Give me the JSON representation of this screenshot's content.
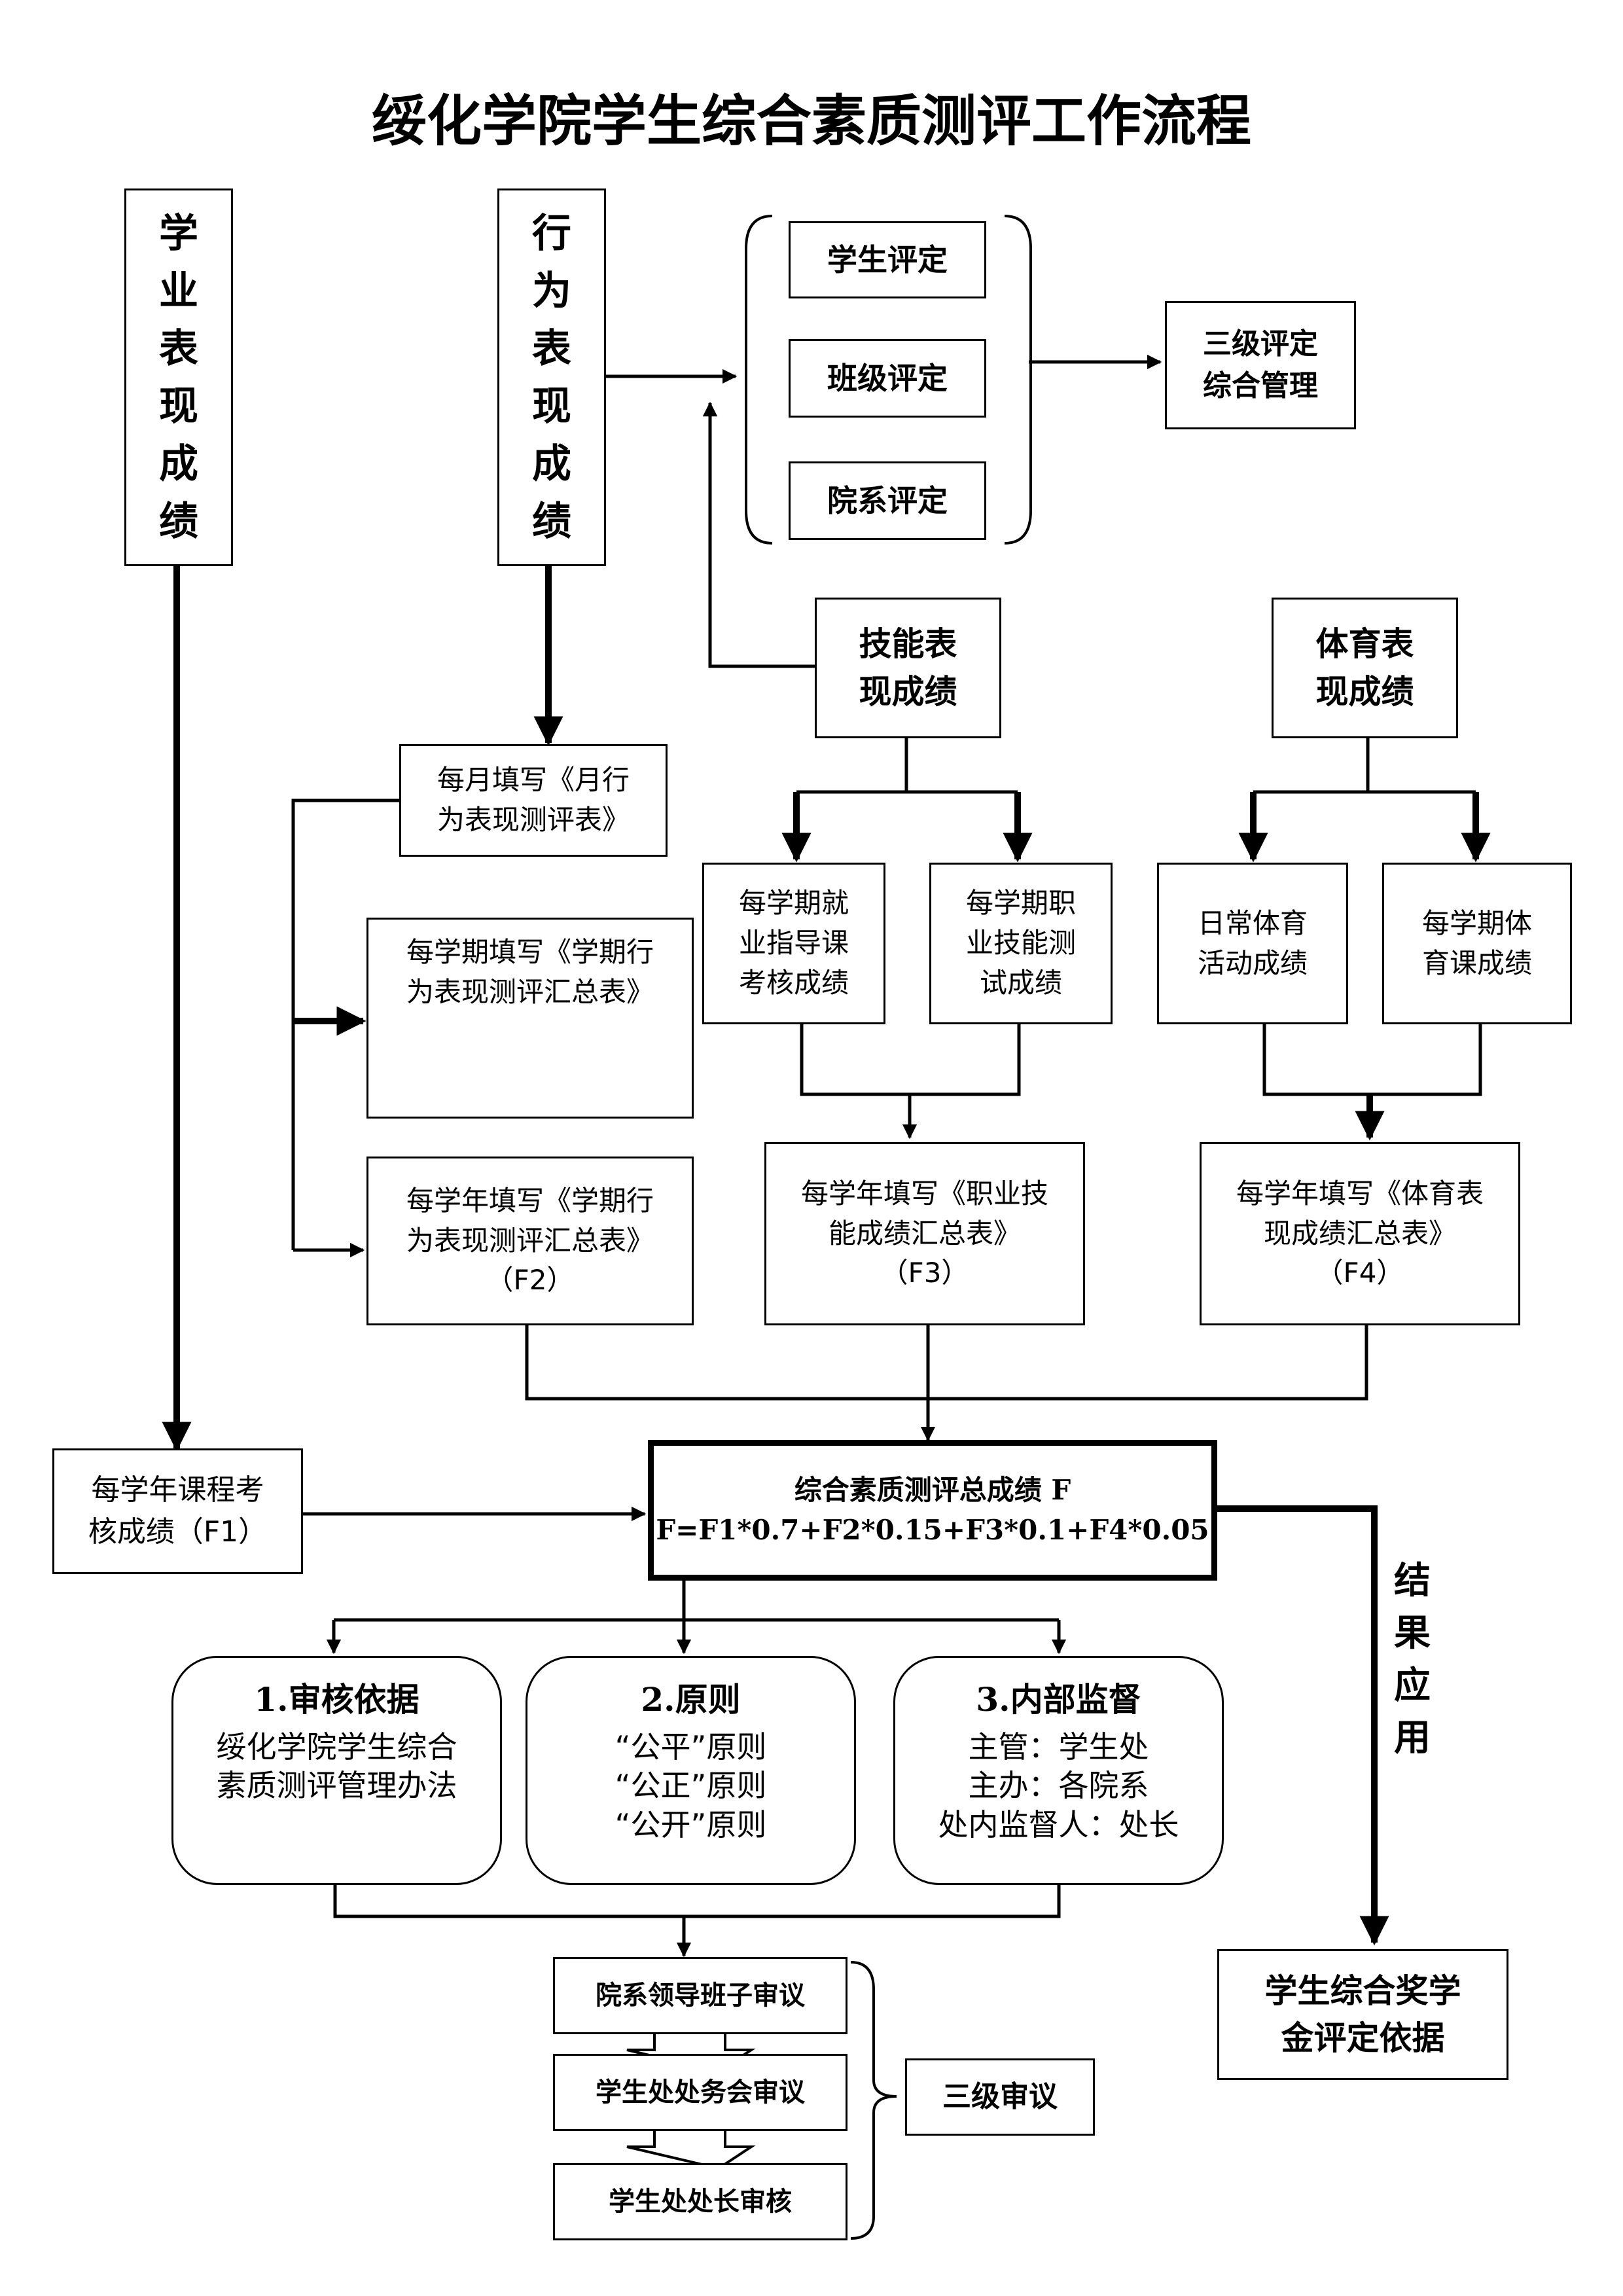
{
  "title": "绥化学院学生综合素质测评工作流程",
  "academic": "学\n业\n表\n现\n成\n绩",
  "behavior": "行\n为\n表\n现\n成\n绩",
  "evaluation": {
    "student": "学生评定",
    "class": "班级评定",
    "dept": "院系评定",
    "management_line1": "三级评定",
    "management_line2": "综合管理"
  },
  "skill": {
    "line1": "技能表",
    "line2": "现成绩"
  },
  "sports": {
    "line1": "体育表",
    "line2": "现成绩"
  },
  "behavior_forms": {
    "monthly_line1": "每月填写《月行",
    "monthly_line2": "为表现测评表》",
    "semester_line1": "每学期填写《学期行",
    "semester_line2": "为表现测评汇总表》",
    "year_line1": "每学年填写《学期行",
    "year_line2": "为表现测评汇总表》",
    "year_code": "（F2）"
  },
  "skill_forms": {
    "employment_line1": "每学期就",
    "employment_line2": "业指导课",
    "employment_line3": "考核成绩",
    "vocational_line1": "每学期职",
    "vocational_line2": "业技能测",
    "vocational_line3": "试成绩",
    "year_line1": "每学年填写《职业技",
    "year_line2": "能成绩汇总表》",
    "year_code": "（F3）"
  },
  "sports_forms": {
    "daily_line1": "日常体育",
    "daily_line2": "活动成绩",
    "course_line1": "每学期体",
    "course_line2": "育课成绩",
    "year_line1": "每学年填写《体育表",
    "year_line2": "现成绩汇总表》",
    "year_code": "（F4）"
  },
  "course": {
    "line1": "每学年课程考",
    "line2": "核成绩（F1）"
  },
  "total": {
    "title": "综合素质测评总成绩 F",
    "formula": "F=F1*0.7+F2*0.15+F3*0.1+F4*0.05"
  },
  "result_app": "结\n果\n应\n用",
  "scholarship": {
    "line1": "学生综合奖学",
    "line2": "金评定依据"
  },
  "basis": {
    "heading": "1.审核依据",
    "line1": "绥化学院学生综合",
    "line2": "素质测评管理办法"
  },
  "principle": {
    "heading": "2.原则",
    "line1": "“公平”原则",
    "line2": "“公正”原则",
    "line3": "“公开”原则"
  },
  "supervision": {
    "heading": "3.内部监督",
    "line1": "主管：学生处",
    "line2": "主办：各院系",
    "line3": "处内监督人：处长"
  },
  "review": {
    "dept_leaders": "院系领导班子审议",
    "office_meeting": "学生处处务会审议",
    "director": "学生处处长审核",
    "three_level": "三级审议"
  }
}
